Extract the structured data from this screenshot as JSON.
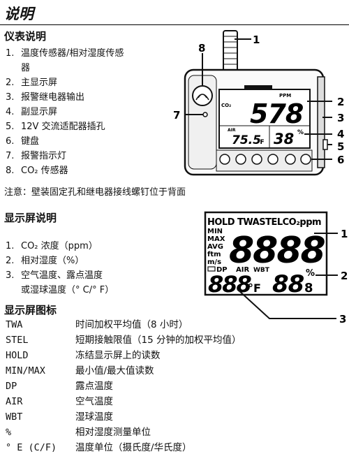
{
  "page": {
    "title": "说明"
  },
  "meter_section": {
    "heading": "仪表说明",
    "items": [
      {
        "num": "1.",
        "text": "温度传感器/相对湿度传感\n器"
      },
      {
        "num": "2.",
        "text": "主显示屏"
      },
      {
        "num": "3.",
        "text": "报警继电器输出"
      },
      {
        "num": "4.",
        "text": "副显示屏"
      },
      {
        "num": "5.",
        "text": "12V 交流适配器插孔"
      },
      {
        "num": "6.",
        "text": "键盘"
      },
      {
        "num": "7.",
        "text": "报警指示灯"
      },
      {
        "num": "8.",
        "text": "CO₂ 传感器"
      }
    ],
    "note": "注意：壁装固定孔和继电器接线螺钉位于背面",
    "figure": {
      "callouts": [
        "1",
        "2",
        "3",
        "4",
        "5",
        "6",
        "7",
        "8"
      ],
      "ppm_label": "PPM",
      "co2_label": "CO₂",
      "main_value": "578",
      "air_label": "AIR",
      "temp_value": "75.5",
      "temp_unit": "°F",
      "rh_value": "38",
      "rh_unit": "%"
    }
  },
  "display_section": {
    "heading": "显示屏说明",
    "items": [
      {
        "num": "1.",
        "text": "CO₂ 浓度（ppm）"
      },
      {
        "num": "2.",
        "text": "相对湿度（%）"
      },
      {
        "num": "3.",
        "text": "空气温度、露点温度\n或湿球温度（° C/° F）"
      }
    ],
    "figure": {
      "callouts": [
        "1",
        "2",
        "3"
      ],
      "top_labels": "HOLD TWASTELCO₂ppm",
      "min": "MIN",
      "max": "MAX",
      "avg": "AVG",
      "ftm": "ftm",
      "ms": "m/s",
      "main_digits": "8888",
      "dp": "DP",
      "air": "AIR",
      "wbt": "WBT",
      "temp_digits": "888",
      "temp_unit": "°F",
      "rh_digits": "88",
      "rh_small": "8",
      "rh_unit": "%"
    }
  },
  "icons_section": {
    "heading": "显示屏图标",
    "rows": [
      {
        "code": "TWA",
        "desc": "时间加权平均值（8 小时）"
      },
      {
        "code": "STEL",
        "desc": "短期接触限值（15 分钟的加权平均值）"
      },
      {
        "code": "HOLD",
        "desc": "冻结显示屏上的读数"
      },
      {
        "code": "MIN/MAX",
        "desc": "最小值/最大值读数"
      },
      {
        "code": "DP",
        "desc": "露点温度"
      },
      {
        "code": "AIR",
        "desc": "空气温度"
      },
      {
        "code": "WBT",
        "desc": "湿球温度"
      },
      {
        "code": "%",
        "desc": "相对湿度测量单位"
      },
      {
        "code": "° E (C/F)",
        "desc": "温度单位（摄氏度/华氏度）"
      }
    ]
  }
}
